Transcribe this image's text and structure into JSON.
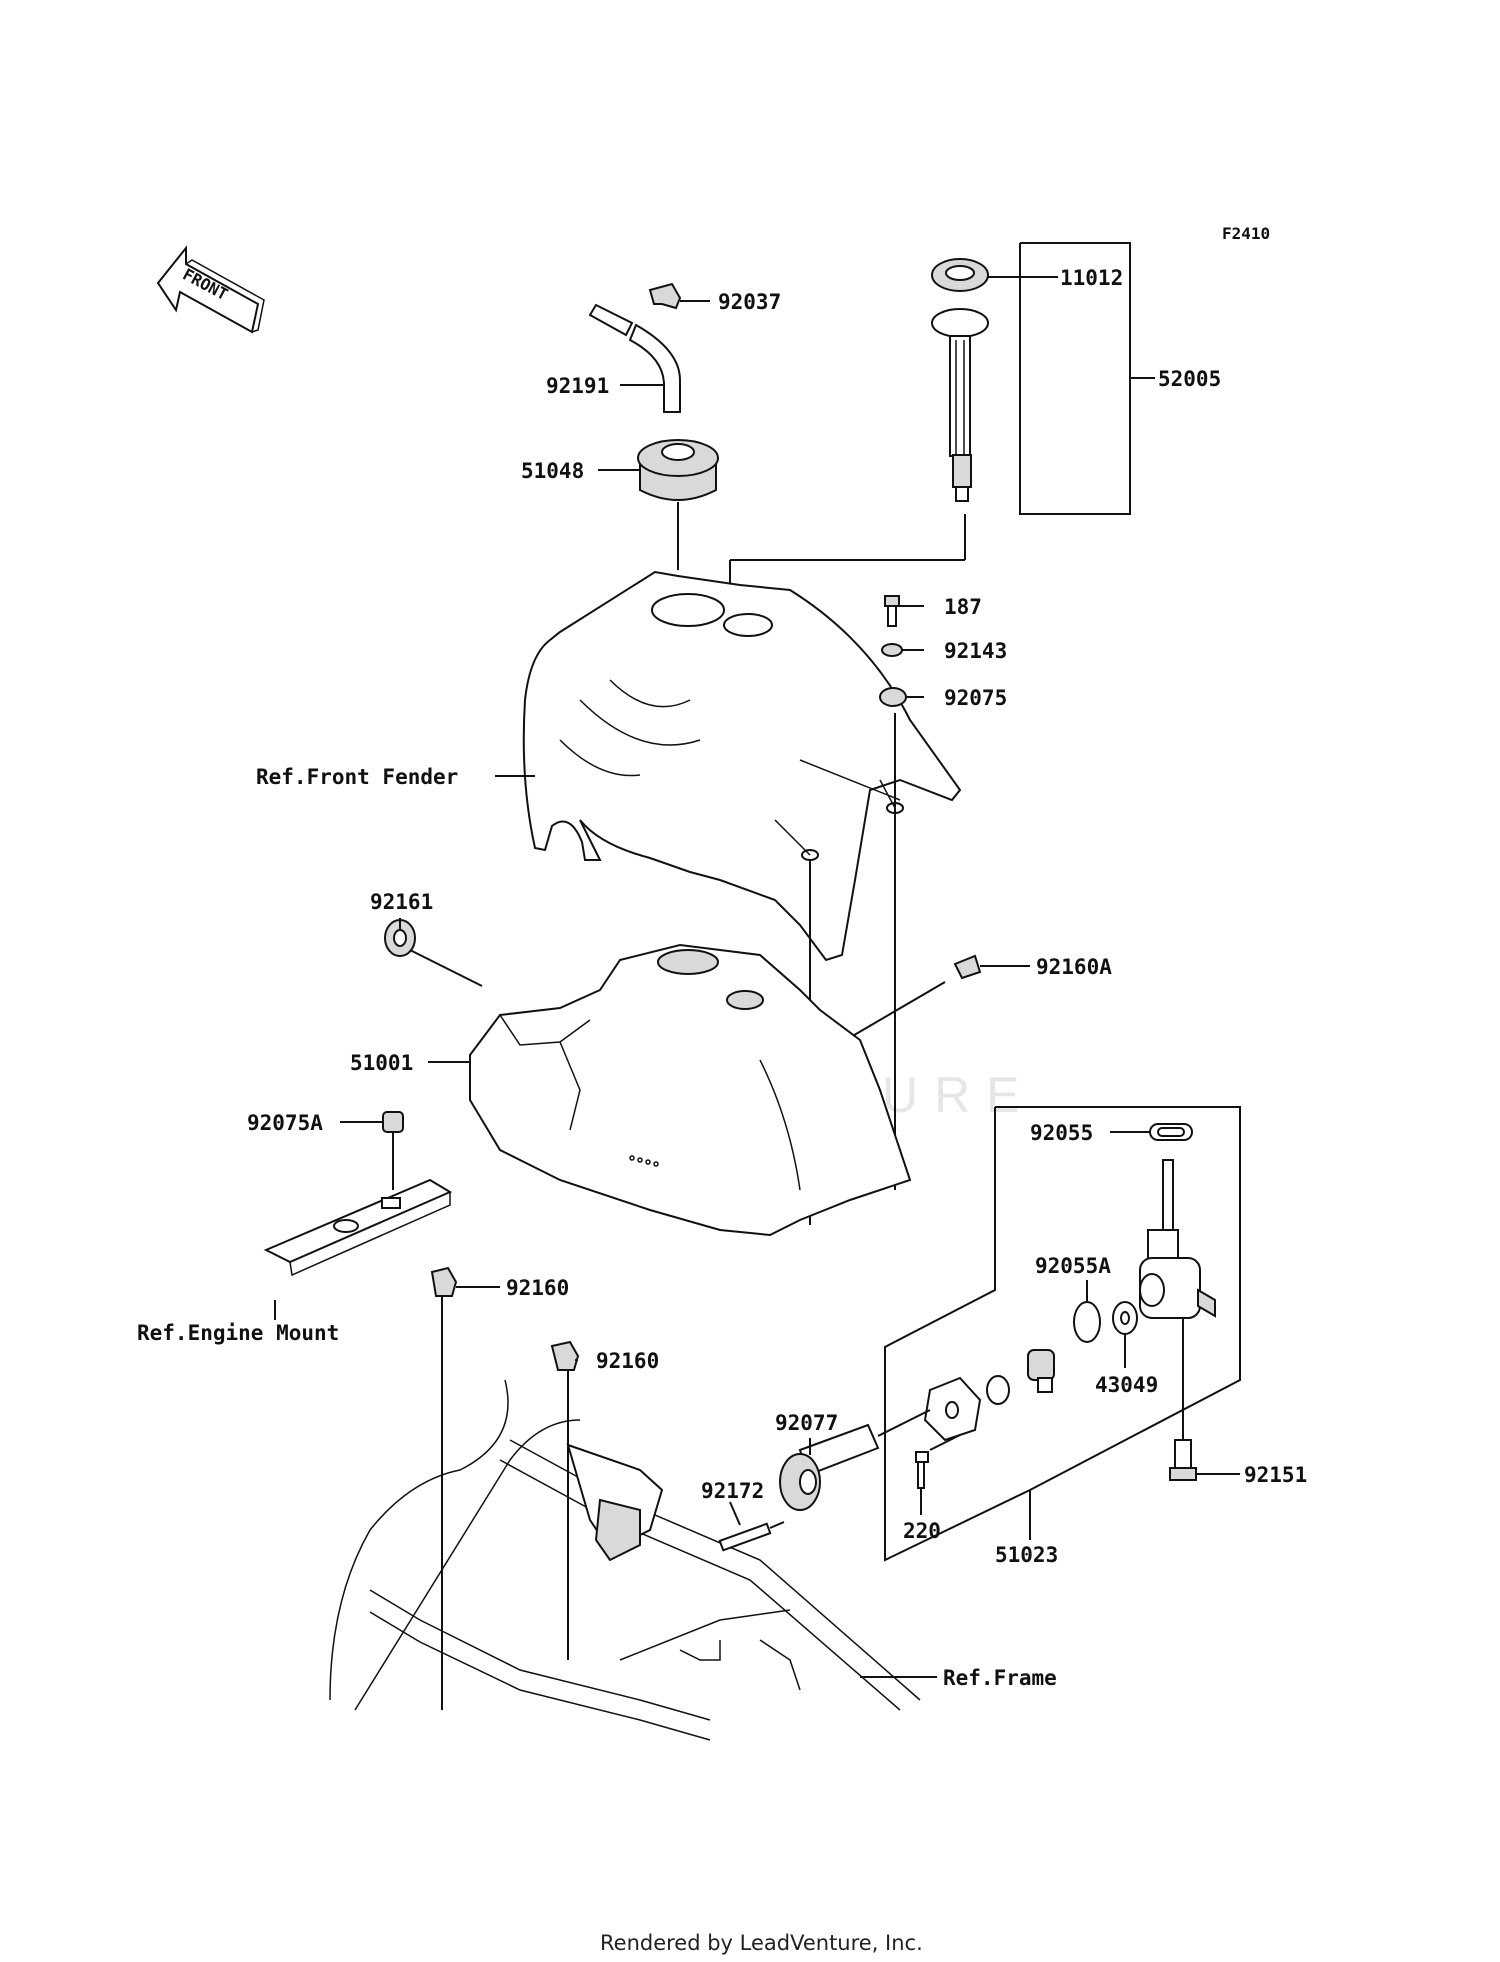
{
  "diagram": {
    "code": "F2410",
    "front_arrow_text": "FRONT",
    "watermark": "LEADVENTURE",
    "labels": {
      "p92037": "92037",
      "p11012": "11012",
      "p52005": "52005",
      "p92191": "92191",
      "p51048": "51048",
      "p187": "187",
      "p92143": "92143",
      "p92075": "92075",
      "ref_front_fender": "Ref.Front Fender",
      "p92161": "92161",
      "p92160A": "92160A",
      "p51001": "51001",
      "p92075A": "92075A",
      "p92055": "92055",
      "p92055A": "92055A",
      "ref_engine_mount": "Ref.Engine Mount",
      "p92160_1": "92160",
      "p92160_2": "92160",
      "p43049": "43049",
      "p92077": "92077",
      "p92172": "92172",
      "p220": "220",
      "p51023": "51023",
      "p92151": "92151",
      "ref_frame": "Ref.Frame"
    }
  },
  "footer": {
    "text": "Rendered by LeadVenture, Inc."
  }
}
